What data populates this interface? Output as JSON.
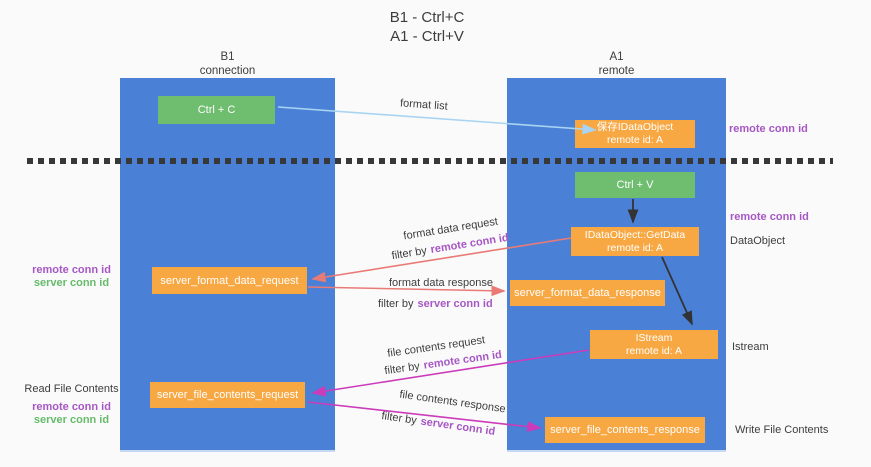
{
  "title": {
    "line1": "B1 - Ctrl+C",
    "line2": "A1 - Ctrl+V"
  },
  "left_column": {
    "header1": "B1",
    "header2": "connection"
  },
  "right_column": {
    "header1": "A1",
    "header2": "remote"
  },
  "boxes": {
    "ctrl_c": {
      "label": "Ctrl + C"
    },
    "ctrl_v": {
      "label": "Ctrl + V"
    },
    "save_idataobject": {
      "line1": "保存IDataObject",
      "line2": "remote id: A"
    },
    "idataobject_getdata": {
      "line1": "IDataObject::GetData",
      "line2": "remote id: A"
    },
    "istream": {
      "line1": "IStream",
      "line2": "remote id: A"
    },
    "server_format_data_request": {
      "label": "server_format_data_request"
    },
    "server_format_data_response": {
      "label": "server_format_data_response"
    },
    "server_file_contents_request": {
      "label": "server_file_contents_request"
    },
    "server_file_contents_response": {
      "label": "server_file_contents_response"
    }
  },
  "right_labels": {
    "remote_conn_id_1": "remote conn id",
    "remote_conn_id_2": "remote conn id",
    "dataobject": "DataObject",
    "istream": "Istream",
    "write_file_contents": "Write File Contents"
  },
  "left_labels": {
    "remote_conn_id_1": "remote conn id",
    "server_conn_id_1": "server conn id",
    "read_file_contents": "Read File Contents",
    "remote_conn_id_2": "remote conn id",
    "server_conn_id_2": "server conn id"
  },
  "arrow_labels": {
    "format_list": "format list",
    "format_data_request": "format data request",
    "format_data_response": "format data response",
    "file_contents_request": "file contents request",
    "file_contents_response": "file contents response",
    "filter_by_1_prefix": "filter by",
    "filter_by_1_key": "remote conn id",
    "filter_by_2_prefix": "filter by",
    "filter_by_2_key": "server conn id",
    "filter_by_3_prefix": "filter by",
    "filter_by_3_key": "remote conn id",
    "filter_by_4_prefix": "filter by",
    "filter_by_4_key": "server conn id"
  },
  "colors": {
    "column_blue": "#4a81d6",
    "box_orange": "#f7a843",
    "box_green": "#6fbe70",
    "keyword_purple": "#a757c5",
    "keyword_green": "#66bb6a",
    "arrow_salmon": "#e97b77",
    "arrow_magenta": "#cb3bba",
    "arrow_lightblue": "#a8d4f2",
    "arrow_black": "#333333",
    "dash_line": "#383838",
    "background": "#fafafa"
  }
}
